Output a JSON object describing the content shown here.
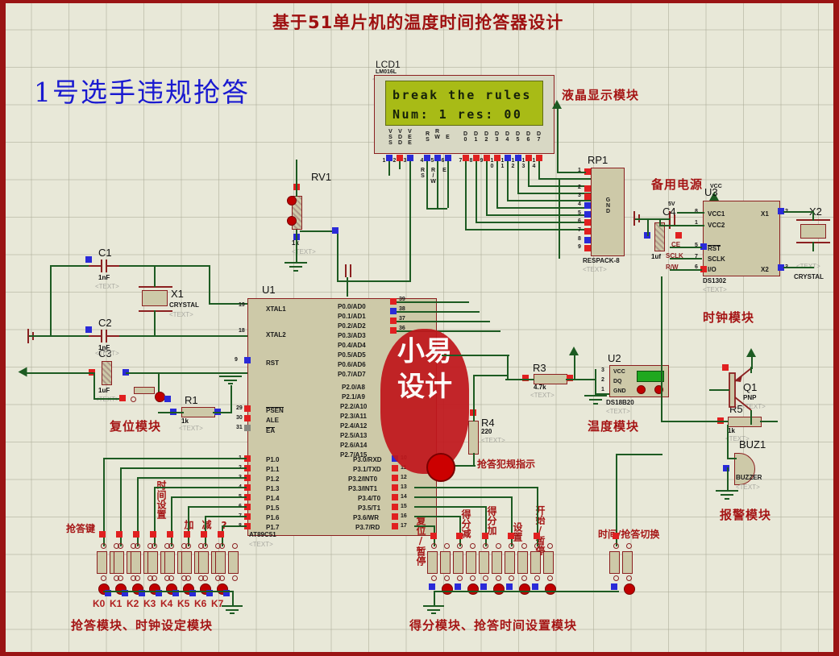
{
  "page": {
    "title": "基于51单片机的温度时间抢答器设计",
    "status_note": "1号选手违规抢答"
  },
  "lcd": {
    "ref": "LCD1",
    "part": "LM016L",
    "text_placeholder": "<TEXT>",
    "line1": "break the rules",
    "line2": "Num: 1 res: 00",
    "module_label": "液晶显示模块",
    "pins": [
      {
        "num": "1",
        "name": "VSS"
      },
      {
        "num": "2",
        "name": "VDD"
      },
      {
        "num": "3",
        "name": "VEE"
      },
      {
        "num": "4",
        "name": "RS"
      },
      {
        "num": "5",
        "name": "RW"
      },
      {
        "num": "6",
        "name": "E"
      },
      {
        "num": "7",
        "name": "D0"
      },
      {
        "num": "8",
        "name": "D1"
      },
      {
        "num": "9",
        "name": "D2"
      },
      {
        "num": "10",
        "name": "D3"
      },
      {
        "num": "11",
        "name": "D4"
      },
      {
        "num": "12",
        "name": "D5"
      },
      {
        "num": "13",
        "name": "D6"
      },
      {
        "num": "14",
        "name": "D7"
      }
    ],
    "ctrl_labels": [
      "RS",
      "R/W",
      "E"
    ]
  },
  "mcu": {
    "ref": "U1",
    "part": "AT89C51",
    "text_placeholder": "<TEXT>",
    "left_pins": [
      {
        "num": "19",
        "name": "XTAL1"
      },
      {
        "num": "18",
        "name": "XTAL2"
      },
      {
        "num": "9",
        "name": "RST"
      },
      {
        "num": "29",
        "name": "PSEN"
      },
      {
        "num": "30",
        "name": "ALE"
      },
      {
        "num": "31",
        "name": "EA"
      }
    ],
    "p1_pins": [
      {
        "num": "1",
        "name": "P1.0"
      },
      {
        "num": "2",
        "name": "P1.1"
      },
      {
        "num": "3",
        "name": "P1.2"
      },
      {
        "num": "4",
        "name": "P1.3"
      },
      {
        "num": "5",
        "name": "P1.4"
      },
      {
        "num": "6",
        "name": "P1.5"
      },
      {
        "num": "7",
        "name": "P1.6"
      },
      {
        "num": "8",
        "name": "P1.7"
      }
    ],
    "p0_pins": [
      {
        "num": "39",
        "name": "P0.0/AD0"
      },
      {
        "num": "38",
        "name": "P0.1/AD1"
      },
      {
        "num": "37",
        "name": "P0.2/AD2"
      },
      {
        "num": "36",
        "name": "P0.3/AD3"
      },
      {
        "num": "",
        "name": "P0.4/AD4"
      },
      {
        "num": "",
        "name": "P0.5/AD5"
      },
      {
        "num": "",
        "name": "P0.6/AD6"
      },
      {
        "num": "",
        "name": "P0.7/AD7"
      }
    ],
    "p2_pins": [
      {
        "name": "P2.0/A8"
      },
      {
        "name": "P2.1/A9"
      },
      {
        "name": "P2.2/A10"
      },
      {
        "name": "P2.3/A11"
      },
      {
        "name": "P2.4/A12"
      },
      {
        "name": "P2.5/A13"
      },
      {
        "name": "P2.6/A14"
      },
      {
        "name": "P2.7/A15"
      }
    ],
    "p3_pins": [
      {
        "num": "10",
        "name": "P3.0/RXD"
      },
      {
        "num": "11",
        "name": "P3.1/TXD"
      },
      {
        "num": "12",
        "name": "P3.2/INT0"
      },
      {
        "num": "13",
        "name": "P3.3/INT1"
      },
      {
        "num": "14",
        "name": "P3.4/T0"
      },
      {
        "num": "15",
        "name": "P3.5/T1"
      },
      {
        "num": "16",
        "name": "P3.6/WR"
      },
      {
        "num": "17",
        "name": "P3.7/RD"
      }
    ]
  },
  "reset_module": {
    "label": "复位模块",
    "c1": {
      "ref": "C1",
      "value": "1nF"
    },
    "c2": {
      "ref": "C2",
      "value": "1nF"
    },
    "c3": {
      "ref": "C3",
      "value": "1uF"
    },
    "x1": {
      "ref": "X1",
      "part": "CRYSTAL"
    },
    "r1": {
      "ref": "R1",
      "value": "1k"
    },
    "text_placeholder": "<TEXT>"
  },
  "contrast": {
    "ref": "RV1",
    "value": "1k",
    "wiper_label": "1k",
    "text_placeholder": "<TEXT>"
  },
  "respack": {
    "ref": "RP1",
    "part": "RESPACK-8",
    "gnd_label": "GND",
    "text_placeholder": "<TEXT>",
    "pins": [
      "1",
      "2",
      "3",
      "4",
      "5",
      "6",
      "7",
      "8",
      "9"
    ]
  },
  "clock_module": {
    "label": "时钟模块",
    "backup_label": "备用电源",
    "vcc_label": "VCC",
    "five_v": "5V",
    "u3": {
      "ref": "U3",
      "part": "DS1302",
      "left_pins": [
        {
          "num": "8",
          "name": "VCC1"
        },
        {
          "num": "1",
          "name": "VCC2"
        },
        {
          "num": "5",
          "name": "RST"
        },
        {
          "num": "7",
          "name": "SCLK"
        },
        {
          "num": "6",
          "name": "I/O"
        }
      ],
      "right_pins": [
        {
          "num": "2",
          "name": "X1"
        },
        {
          "num": "3",
          "name": "X2"
        }
      ],
      "signal_labels": [
        "CE",
        "SCLK",
        "R/W"
      ]
    },
    "c4": {
      "ref": "C4",
      "value": "1uf"
    },
    "x2": {
      "ref": "X2",
      "part": "CRYSTAL"
    },
    "text_placeholder": "<TEXT>"
  },
  "temp_module": {
    "label": "温度模块",
    "r3": {
      "ref": "R3",
      "value": "4.7k"
    },
    "u2": {
      "ref": "U2",
      "part": "DS18B20",
      "pins": [
        {
          "num": "3",
          "name": "VCC"
        },
        {
          "num": "2",
          "name": "DQ"
        },
        {
          "num": "1",
          "name": "GND"
        }
      ]
    },
    "text_placeholder": "<TEXT>"
  },
  "alarm_module": {
    "label": "报警模块",
    "q1": {
      "ref": "Q1",
      "part": "PNP"
    },
    "buz1": {
      "ref": "BUZ1",
      "part": "BUZZER"
    },
    "r5": {
      "ref": "R5",
      "value": "1k"
    },
    "text_placeholder": "<TEXT>"
  },
  "foul_indicator": {
    "label": "抢答犯规指示",
    "r4": {
      "ref": "R4",
      "value": "220"
    },
    "text_placeholder": "<TEXT>"
  },
  "keypad_left": {
    "caption": "抢答模块、时钟设定模块",
    "group_label": "抢答键",
    "keys": [
      "K0",
      "K1",
      "K2",
      "K3",
      "K4",
      "K5",
      "K6",
      "K7"
    ],
    "vertical_labels": [
      "时间设置",
      "加",
      "减",
      "?"
    ]
  },
  "keypad_right": {
    "caption": "得分模块、抢答时间设置模块",
    "vertical_labels": [
      "复位/暂停",
      "得分减",
      "得分加",
      "设置",
      "开始/暂停"
    ],
    "switch_label": "时间/抢答切换"
  },
  "stamp": {
    "lines": "小易\n设计"
  },
  "colors": {
    "wire": "#1d5b22",
    "component": "#8b2020",
    "title_red": "#9e1010",
    "note_blue": "#1a1ad0",
    "lcd_screen": "#a8bb16",
    "body_fill": "#cdc9a8",
    "background": "#e8e8d8"
  }
}
